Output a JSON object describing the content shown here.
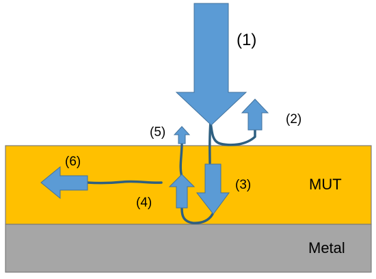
{
  "layers": {
    "mut": {
      "label": "MUT",
      "color": "#FFC000"
    },
    "metal": {
      "label": "Metal",
      "color": "#A6A6A6"
    }
  },
  "arrow_color": "#5B9BD5",
  "line_color": "#2E5F80",
  "labels": {
    "incident": "(1)",
    "reflected": "(2)",
    "transmitted": "(3)",
    "reflected_metal": "(4)",
    "emerging": "(5)",
    "lateral": "(6)"
  }
}
